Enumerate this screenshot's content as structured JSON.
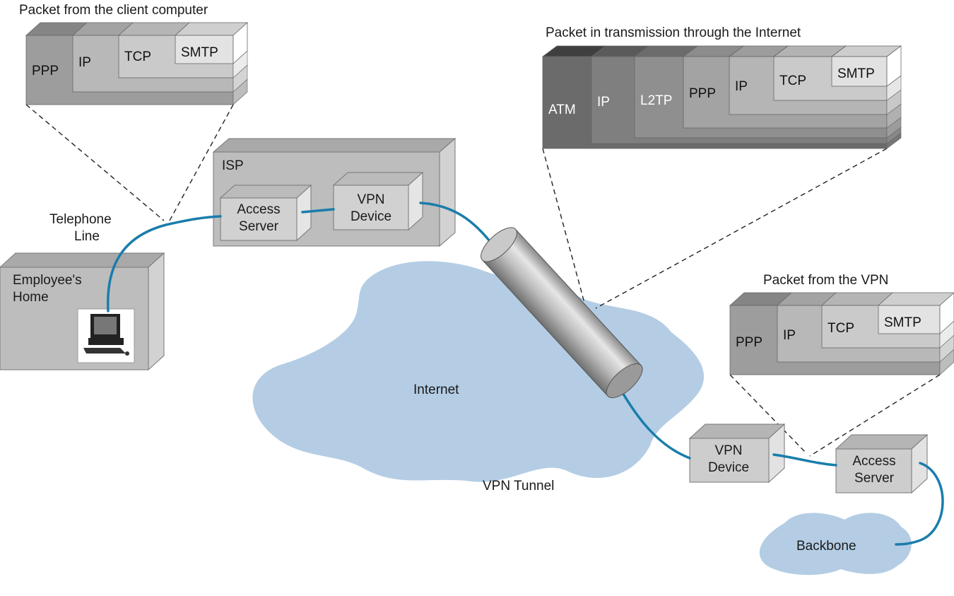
{
  "colors": {
    "cable": "#1a7dab",
    "cloud": "#b4cde4",
    "box": "#c4c4c4"
  },
  "packets": {
    "client": {
      "title": "Packet from the client computer",
      "layers": [
        "PPP",
        "IP",
        "TCP",
        "SMTP"
      ]
    },
    "internet": {
      "title": "Packet in transmission through the Internet",
      "layers": [
        "ATM",
        "IP",
        "L2TP",
        "PPP",
        "IP",
        "TCP",
        "SMTP"
      ]
    },
    "vpn": {
      "title": "Packet from the VPN",
      "layers": [
        "PPP",
        "IP",
        "TCP",
        "SMTP"
      ]
    }
  },
  "nodes": {
    "isp": "ISP",
    "access_server_1": [
      "Access",
      "Server"
    ],
    "vpn_device_1": [
      "VPN",
      "Device"
    ],
    "home": [
      "Employee's",
      "Home"
    ],
    "vpn_device_2": [
      "VPN",
      "Device"
    ],
    "access_server_2": [
      "Access",
      "Server"
    ]
  },
  "labels": {
    "telephone_line": [
      "Telephone",
      "Line"
    ],
    "internet": "Internet",
    "vpn_tunnel": "VPN Tunnel",
    "backbone": "Backbone"
  },
  "icons": {
    "computer": "desktop-computer-icon"
  }
}
